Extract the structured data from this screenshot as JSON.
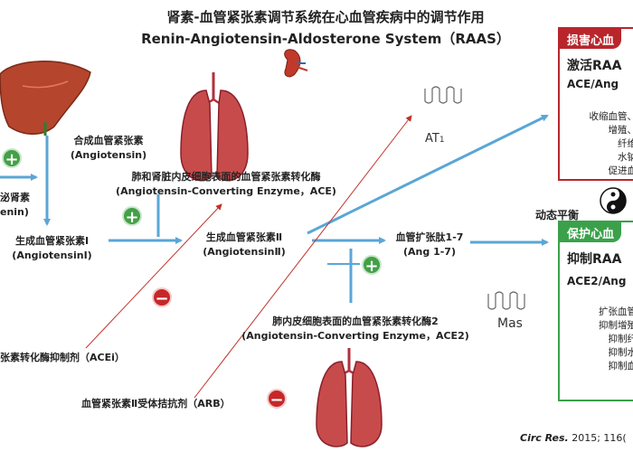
{
  "title_cn": "肾素-血管紧张素调节系统在心血管疾病中的调节作用",
  "title_en": "Renin-Angiotensin-Aldosterone System（RAAS）",
  "labels": {
    "synth_agt_cn": "合成血管紧张素",
    "synth_agt_en": "(Angiotensin)",
    "renin_cn": "泌肾素",
    "renin_en": "enin)",
    "ace_cn": "肺和肾脏内皮细胞表面的血管紧张素转化酶",
    "ace_en": "(Angiotensin-Converting Enzyme，ACE)",
    "ang1_cn": "生成血管紧张素Ⅰ",
    "ang1_en": "(AngiotensinⅠ)",
    "ang2_cn": "生成血管紧张素Ⅱ",
    "ang2_en": "(AngiotensinⅡ)",
    "ang17_cn": "血管扩张肽1-7",
    "ang17_en": "(Ang 1-7)",
    "ace2_cn": "肺内皮细胞表面的血管紧张素转化酶2",
    "ace2_en": "(Angiotensin-Converting Enzyme，ACE2)",
    "acei": "张素转化酶抑制剂（ACEi）",
    "arb": "血管紧张素Ⅱ受体拮抗剂（ARB）",
    "at1": "AT",
    "at1_sub": "1",
    "mas": "Mas",
    "balance": "动态平衡",
    "citation_journal": "Circ Res.",
    "citation_rest": " 2015; 116("
  },
  "harm_box": {
    "head": "损害心血",
    "big": "激活RAA",
    "mid": "ACE/Ang",
    "effects": [
      "收缩血管、",
      "增殖、",
      "纤维",
      "水钠",
      "促进血"
    ]
  },
  "protect_box": {
    "head": "保护心血",
    "big": "抑制RAA",
    "mid": "ACE2/Ang",
    "effects": [
      "扩张血管",
      "抑制增殖",
      "抑制纤",
      "抑制水",
      "抑制血"
    ]
  },
  "icons": {
    "plus": "+",
    "minus": "−"
  },
  "colors": {
    "arrow": "#5aa6d6",
    "harm": "#b8262c",
    "protect": "#3aa14a",
    "organ": "#c0322b"
  }
}
